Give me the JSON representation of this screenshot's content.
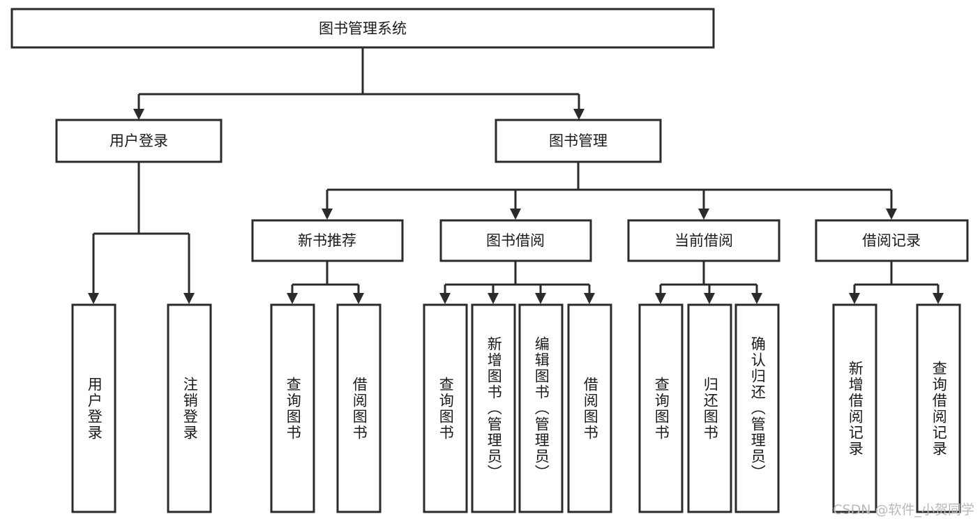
{
  "diagram": {
    "title": "图书管理系统",
    "type": "tree",
    "root": {
      "id": "root",
      "label": "图书管理系统"
    },
    "level2": [
      {
        "id": "user-login",
        "label": "用户登录"
      },
      {
        "id": "book-management",
        "label": "图书管理"
      }
    ],
    "level3": [
      {
        "id": "new-book-recommend",
        "label": "新书推荐",
        "parent": "book-management"
      },
      {
        "id": "book-borrow",
        "label": "图书借阅",
        "parent": "book-management"
      },
      {
        "id": "current-borrow",
        "label": "当前借阅",
        "parent": "book-management"
      },
      {
        "id": "borrow-record",
        "label": "借阅记录",
        "parent": "book-management"
      }
    ],
    "leaves": [
      {
        "id": "leaf-user-login",
        "label": "用户登录",
        "parent": "user-login"
      },
      {
        "id": "leaf-logout",
        "label": "注销登录",
        "parent": "user-login"
      },
      {
        "id": "leaf-query-book-1",
        "label": "查询图书",
        "parent": "new-book-recommend"
      },
      {
        "id": "leaf-borrow-book-1",
        "label": "借阅图书",
        "parent": "new-book-recommend"
      },
      {
        "id": "leaf-query-book-2",
        "label": "查询图书",
        "parent": "book-borrow"
      },
      {
        "id": "leaf-add-book",
        "label": "新增图书（管理员）",
        "parent": "book-borrow"
      },
      {
        "id": "leaf-edit-book",
        "label": "编辑图书（管理员）",
        "parent": "book-borrow"
      },
      {
        "id": "leaf-borrow-book-2",
        "label": "借阅图书",
        "parent": "book-borrow"
      },
      {
        "id": "leaf-query-book-3",
        "label": "查询图书",
        "parent": "current-borrow"
      },
      {
        "id": "leaf-return-book",
        "label": "归还图书",
        "parent": "current-borrow"
      },
      {
        "id": "leaf-confirm-return",
        "label": "确认归还（管理员）",
        "parent": "current-borrow"
      },
      {
        "id": "leaf-add-record",
        "label": "新增借阅记录",
        "parent": "borrow-record"
      },
      {
        "id": "leaf-query-record",
        "label": "查询借阅记录",
        "parent": "borrow-record"
      }
    ],
    "colors": {
      "stroke": "#2b2b2b",
      "fill": "#ffffff",
      "text": "#1a1a1a",
      "watermark": "#b9b9b9"
    }
  },
  "watermark": {
    "text": "CSDN @软件_小贺同学"
  }
}
